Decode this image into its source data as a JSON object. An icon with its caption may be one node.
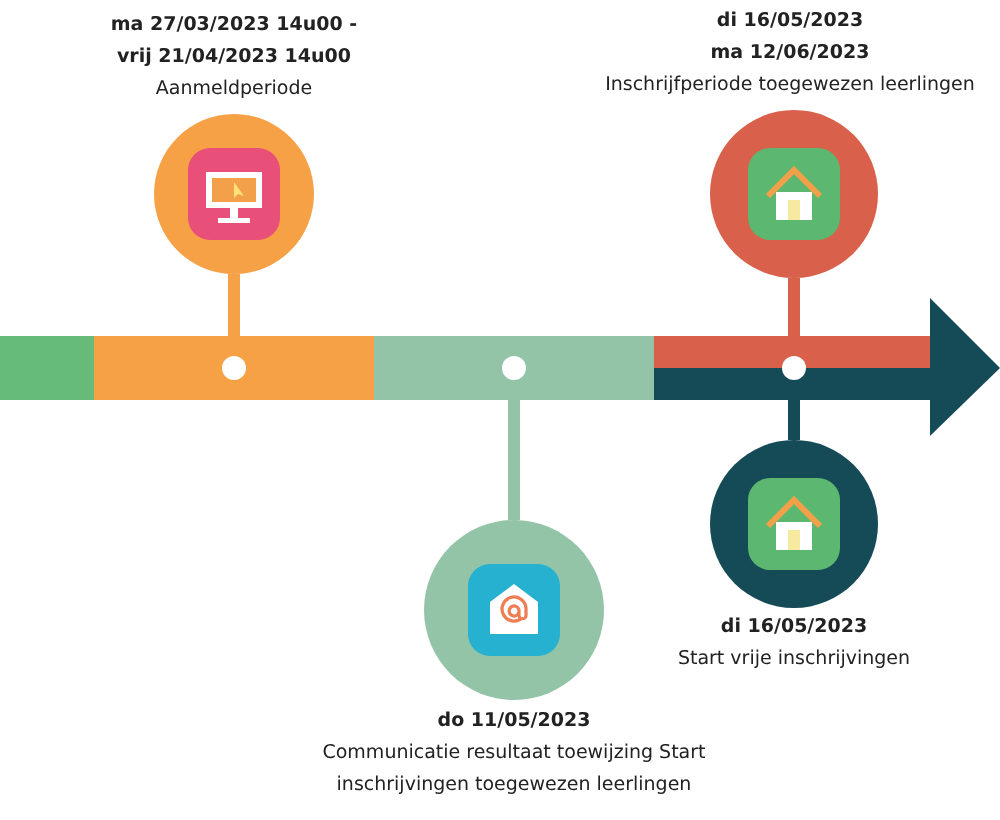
{
  "diagram": {
    "nodes": [
      {
        "text": [
          "ma 27/03/2023 14u00 - vrij 21/04/2023 14u00",
          "Aanmeldperiode"
        ]
      },
      {
        "text": [
          "di 16/05/2023 ma 12/06/2023",
          "Inschrijfperiode toegewezen leerlingen"
        ]
      },
      {
        "text": [
          "do 11/05/2023",
          "Communicatie resultaat toewijzing Start inschrijvingen toegewezen leerlingen"
        ]
      },
      {
        "text": [
          "di 16/05/2023",
          "Start vrije inschrijvingen"
        ]
      }
    ],
    "edges": [
      {
        "from": 0,
        "to": null,
        "arrow": "none",
        "color": "#f7a146"
      },
      {
        "from": 1,
        "to": null,
        "arrow": "none",
        "color": "#d9604a"
      },
      {
        "from": 2,
        "to": null,
        "arrow": "none",
        "color": "#93c4a8"
      },
      {
        "from": 3,
        "to": null,
        "arrow": "none",
        "color": "#154b57"
      }
    ]
  }
}
